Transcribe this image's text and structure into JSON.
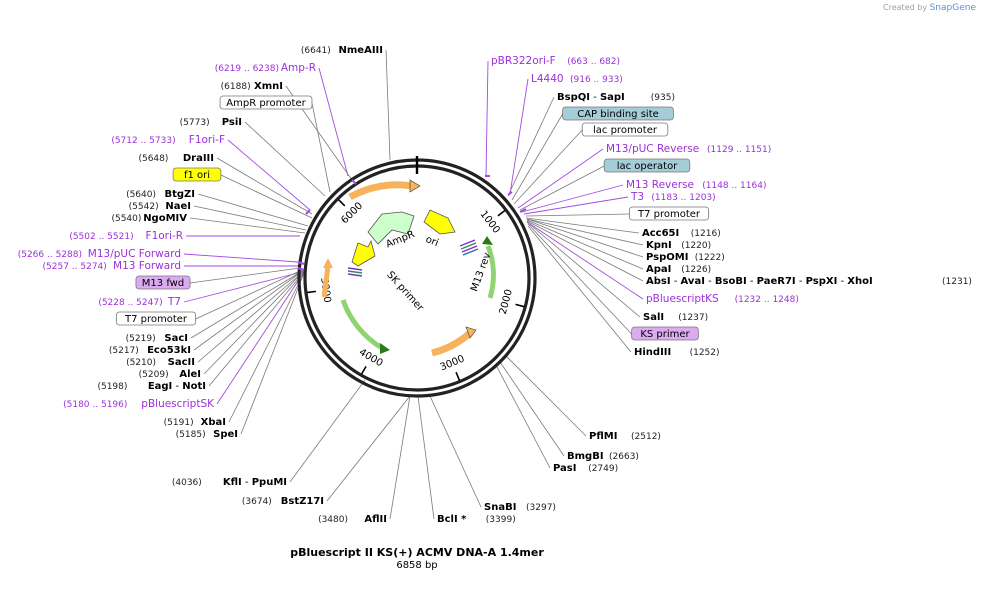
{
  "credit": {
    "prefix": "Created by",
    "brand": "SnapGene"
  },
  "title": "pBluescript II KS(+) ACMV DNA-A 1.4mer",
  "subtitle": "6858 bp",
  "ticks": [
    "1000",
    "2000",
    "3000",
    "4000",
    "5000",
    "6000"
  ],
  "inner_labels": {
    "ampr": "AmpR",
    "ori": "ori",
    "sk_primer": "SK primer",
    "m13_rev": "M13 rev"
  },
  "labels": [
    {
      "id": "nmeaiii",
      "coord": "(6641)",
      "name": "NmeAIII",
      "type": "site"
    },
    {
      "id": "ampr-feat",
      "coord": "(6219 .. 6238)",
      "name": "Amp-R",
      "type": "feature"
    },
    {
      "id": "xmni",
      "coord": "(6188)",
      "name": "XmnI",
      "type": "site"
    },
    {
      "id": "ampr-promoter",
      "name": "AmpR promoter",
      "type": "box",
      "box": "white"
    },
    {
      "id": "psii",
      "coord": "(5773)",
      "name": "PsiI",
      "type": "site"
    },
    {
      "id": "f1ori-f",
      "coord": "(5712 .. 5733)",
      "name": "F1ori-F",
      "type": "feature"
    },
    {
      "id": "draiii",
      "coord": "(5648)",
      "name": "DraIII",
      "type": "site"
    },
    {
      "id": "f1-ori",
      "name": "f1 ori",
      "type": "box",
      "box": "yellow"
    },
    {
      "id": "btgzi",
      "coord": "(5640)",
      "name": "BtgZI",
      "type": "site"
    },
    {
      "id": "naei",
      "coord": "(5542)",
      "name": "NaeI",
      "type": "site"
    },
    {
      "id": "ngomiv",
      "coord": "(5540)",
      "name": "NgoMIV",
      "type": "site"
    },
    {
      "id": "f1ori-r",
      "coord": "(5502 .. 5521)",
      "name": "F1ori-R",
      "type": "feature"
    },
    {
      "id": "m13-puc-fwd",
      "coord": "(5266 .. 5288)",
      "name": "M13/pUC Forward",
      "type": "feature"
    },
    {
      "id": "m13-fwd-feat",
      "coord": "(5257 .. 5274)",
      "name": "M13 Forward",
      "type": "feature"
    },
    {
      "id": "m13-fwd",
      "name": "M13 fwd",
      "type": "box",
      "box": "purple"
    },
    {
      "id": "t7-feat",
      "coord": "(5228 .. 5247)",
      "name": "T7",
      "type": "feature"
    },
    {
      "id": "t7-promoter-l",
      "name": "T7 promoter",
      "type": "box",
      "box": "white"
    },
    {
      "id": "saci",
      "coord": "(5219)",
      "name": "SacI",
      "type": "site"
    },
    {
      "id": "eco53ki",
      "coord": "(5217)",
      "name": "Eco53kI",
      "type": "site"
    },
    {
      "id": "sacii",
      "coord": "(5210)",
      "name": "SacII",
      "type": "site"
    },
    {
      "id": "alei",
      "coord": "(5209)",
      "name": "AleI",
      "type": "site"
    },
    {
      "id": "eagi",
      "coord": "(5198)",
      "name": "EagI",
      "name2": "NotI",
      "type": "site2"
    },
    {
      "id": "pbluescriptsk",
      "coord": "(5180 .. 5196)",
      "name": "pBluescriptSK",
      "type": "feature"
    },
    {
      "id": "xbai",
      "coord": "(5191)",
      "name": "XbaI",
      "type": "site"
    },
    {
      "id": "spei",
      "coord": "(5185)",
      "name": "SpeI",
      "type": "site"
    },
    {
      "id": "kfli",
      "coord": "(4036)",
      "name": "KflI",
      "name2": "PpuMI",
      "type": "site2"
    },
    {
      "id": "bstz17i",
      "coord": "(3674)",
      "name": "BstZ17I",
      "type": "site"
    },
    {
      "id": "aflii",
      "coord": "(3480)",
      "name": "AflII",
      "type": "site"
    },
    {
      "id": "bcli",
      "coord": "(3399)",
      "name": "BclI *",
      "type": "site"
    },
    {
      "id": "snabi",
      "coord": "(3297)",
      "name": "SnaBI",
      "type": "site"
    },
    {
      "id": "pasi",
      "coord": "(2749)",
      "name": "PasI",
      "type": "site"
    },
    {
      "id": "bmgbi",
      "coord": "(2663)",
      "name": "BmgBI",
      "type": "site"
    },
    {
      "id": "pflmi",
      "coord": "(2512)",
      "name": "PflMI",
      "type": "site"
    },
    {
      "id": "hindiii",
      "coord": "(1252)",
      "name": "HindIII",
      "type": "site"
    },
    {
      "id": "ks-primer",
      "name": "KS primer",
      "type": "box",
      "box": "purple"
    },
    {
      "id": "sali",
      "coord": "(1237)",
      "name": "SalI",
      "type": "site"
    },
    {
      "id": "pbluescriptks",
      "coord": "(1232 .. 1248)",
      "name": "pBluescriptKS",
      "type": "feature"
    },
    {
      "id": "absi",
      "coord": "(1231)",
      "name": "AbsI",
      "extra": [
        "AvaI",
        "BsoBI",
        "PaeR7I",
        "PspXI",
        "XhoI"
      ],
      "type": "multi"
    },
    {
      "id": "apai",
      "coord": "(1226)",
      "name": "ApaI",
      "type": "site"
    },
    {
      "id": "pspomi",
      "coord": "(1222)",
      "name": "PspOMI",
      "type": "site"
    },
    {
      "id": "kpni",
      "coord": "(1220)",
      "name": "KpnI",
      "type": "site"
    },
    {
      "id": "acc65i",
      "coord": "(1216)",
      "name": "Acc65I",
      "type": "site"
    },
    {
      "id": "t7-promoter-r",
      "name": "T7 promoter",
      "type": "box",
      "box": "white"
    },
    {
      "id": "t3",
      "coord": "(1183 .. 1203)",
      "name": "T3",
      "type": "feature"
    },
    {
      "id": "m13-reverse",
      "coord": "(1148 .. 1164)",
      "name": "M13 Reverse",
      "type": "feature"
    },
    {
      "id": "lac-operator",
      "name": "lac operator",
      "type": "box",
      "box": "teal"
    },
    {
      "id": "m13-puc-rev",
      "coord": "(1129 .. 1151)",
      "name": "M13/pUC Reverse",
      "type": "feature"
    },
    {
      "id": "lac-promoter",
      "name": "lac promoter",
      "type": "box",
      "box": "white"
    },
    {
      "id": "cap-site",
      "name": "CAP binding site",
      "type": "box",
      "box": "teal"
    },
    {
      "id": "bspqi",
      "coord": "(935)",
      "name": "BspQI",
      "name2": "SapI",
      "type": "site2"
    },
    {
      "id": "l4440",
      "coord": "(916 .. 933)",
      "name": "L4440",
      "type": "feature"
    },
    {
      "id": "pbr322ori-f",
      "coord": "(663 .. 682)",
      "name": "pBR322ori-F",
      "type": "feature"
    }
  ],
  "colors": {
    "backbone": "#222222",
    "feature_text": "#9b30d9",
    "box_yellow": "#ffff00",
    "box_purple": "#dcaaf0",
    "box_teal": "#a4cdd8",
    "ampr": "#ccffcc",
    "ori": "#ffff00",
    "orange_arrow": "#f7b35c",
    "green_arrow": "#8ed470"
  }
}
